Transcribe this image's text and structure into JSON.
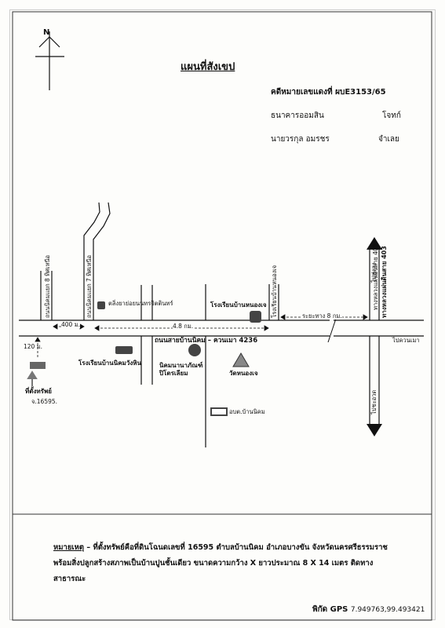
{
  "title": "แผนที่สังเขป",
  "case_number": "คดีหมายเลขแดงที่ ผบE3153/65",
  "parties": {
    "plaintiff_name": "ธนาคารออมสิน",
    "plaintiff_role": "โจทก์",
    "defendant_name": "นายวรกุล อมรชร",
    "defendant_role": "จำเลย"
  },
  "compass": {
    "label": "N"
  },
  "roads": {
    "road_left_1": "ถนนนิคมแยก 8 ทิศเหนือ",
    "road_left_2": "ถนนนิคมแยก 7 ทิศเหนือ",
    "main_road": "ถนนสายบ้านนิคม – ควนเมา 4236",
    "highway": "ทางหลวงแผ่นดินสาย 403",
    "to_thung_song": "ไปทุ่งสง",
    "to_khuan_mao": "ไปควนเมา",
    "to_cha_uat": "ไปชะอวด",
    "side_road_right": "โรงเรียนบ้านหนองเจ"
  },
  "distances": {
    "d400": "400 ม.",
    "d48": "4.8 กม.",
    "d120": "120 ม.",
    "d8": "ระยะทาง 8 กม."
  },
  "landmarks": {
    "temple_top": "ตลิ่งยาย่อยนนทรจิตตินทร์",
    "school_left": "โรงเรียนบ้านนิคมวังหิน",
    "estate": "นิคมนานาภัณฑ์ ปิโตรเลียม",
    "school_right": "โรงเรียนบ้านหนองเจ",
    "temple": "วัดหนองเจ",
    "sao": "อบต.บ้านนิคม",
    "property": "ที่ตั้งทรัพย์",
    "deed": "จ.16595."
  },
  "note": {
    "lead": "หมายเหตุ",
    "text": "– ที่ตั้งทรัพย์คือที่ดินโฉนดเลขที่ 16595 ตำบลบ้านนิคม อำเภอบางขัน จังหวัดนครศรีธรรมราช พร้อมสิ่งปลูกสร้างสภาพเป็นบ้านปูนชั้นเดียว ขนาดความกว้าง X ยาวประมาณ 8 X 14 เมตร ติดทาง สาธารณะ"
  },
  "gps": {
    "label": "พิกัด GPS",
    "value": "7.949763,99.493421"
  }
}
